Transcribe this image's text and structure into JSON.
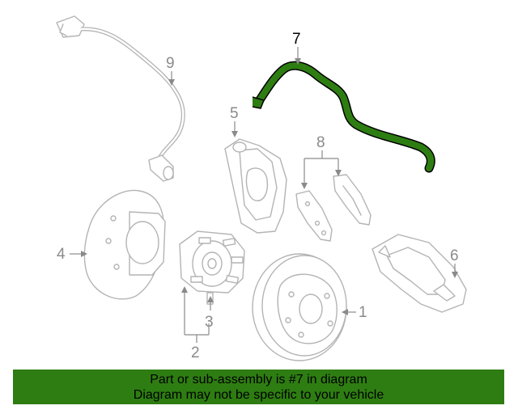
{
  "diagram": {
    "highlight_color": "#2e7d12",
    "highlighted_part": "7",
    "callouts": [
      "1",
      "2",
      "3",
      "4",
      "5",
      "6",
      "7",
      "8",
      "9"
    ]
  },
  "banner": {
    "line1": "Part or sub-assembly is #7 in diagram",
    "line2": "Diagram may not be specific to your vehicle",
    "background": "#2e7d12"
  }
}
